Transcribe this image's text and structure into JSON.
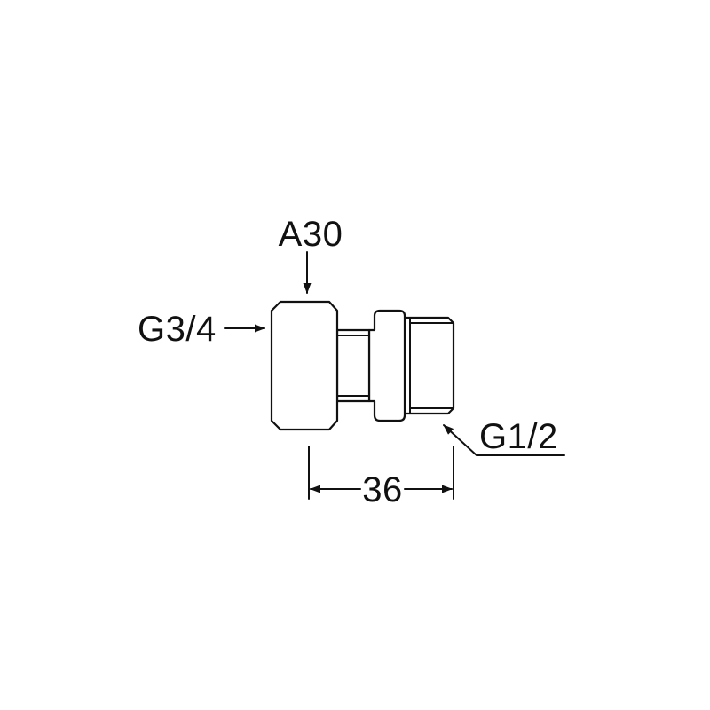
{
  "labels": {
    "width_across_flats": "A30",
    "inlet_thread": "G3/4",
    "outlet_thread": "G1/2",
    "length": "36"
  },
  "colors": {
    "line": "#111111",
    "background": "#ffffff"
  }
}
